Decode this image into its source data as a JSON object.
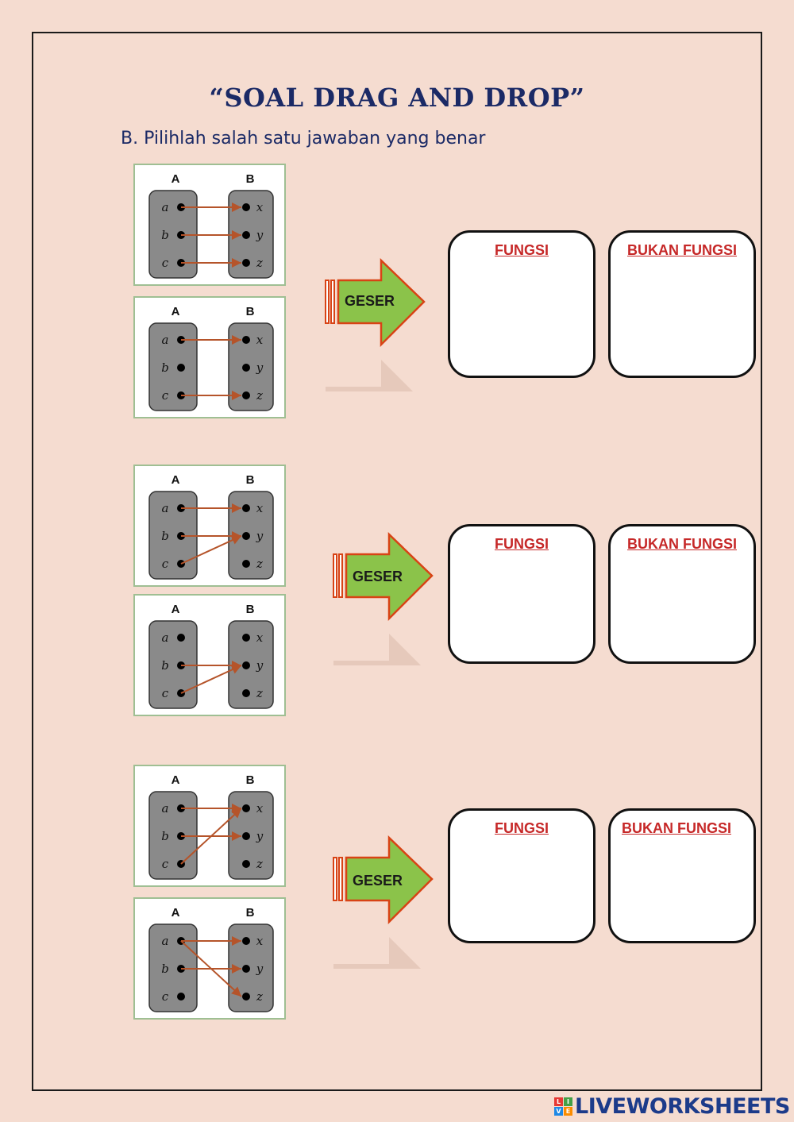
{
  "title": "“SOAL DRAG AND DROP”",
  "instruction": "B. Pilihlah salah satu jawaban yang benar",
  "set_labels": {
    "domain": "A",
    "codomain": "B"
  },
  "domain_elements": [
    "a",
    "b",
    "c"
  ],
  "codomain_elements": [
    "x",
    "y",
    "z"
  ],
  "diagrams": [
    {
      "id": 1,
      "mapping": [
        [
          0,
          0
        ],
        [
          1,
          1
        ],
        [
          2,
          2
        ]
      ]
    },
    {
      "id": 2,
      "mapping": [
        [
          0,
          0
        ],
        [
          2,
          2
        ]
      ]
    },
    {
      "id": 3,
      "mapping": [
        [
          0,
          0
        ],
        [
          1,
          1
        ],
        [
          2,
          1
        ]
      ]
    },
    {
      "id": 4,
      "mapping": [
        [
          1,
          1
        ],
        [
          2,
          1
        ]
      ]
    },
    {
      "id": 5,
      "mapping": [
        [
          0,
          0
        ],
        [
          1,
          1
        ],
        [
          2,
          0
        ]
      ]
    },
    {
      "id": 6,
      "mapping": [
        [
          0,
          0
        ],
        [
          0,
          2
        ],
        [
          1,
          1
        ]
      ]
    }
  ],
  "arrow_label": "GESER",
  "drop_zones": {
    "fungsi_label": "FUNGSI",
    "bukan_fungsi_label": "BUKAN FUNGSI"
  },
  "colors": {
    "background": "#f5dcd0",
    "title": "#1b2a66",
    "arrow_fill": "#8bc34a",
    "arrow_stroke": "#d84315",
    "drop_label": "#c62828",
    "mapping_line": "#b5542a"
  },
  "brand": "LIVEWORKSHEETS",
  "brand_icon_letters": [
    "L",
    "I",
    "V",
    "E"
  ]
}
